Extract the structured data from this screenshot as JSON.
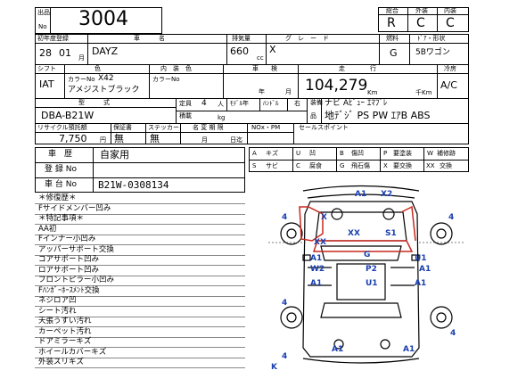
{
  "header": {
    "lot_label_top": "出品",
    "lot_label_bottom": "No",
    "lot_number": "3004",
    "grade_label": "総合",
    "grade": "R",
    "exterior_label": "外装",
    "exterior": "C",
    "interior_label": "内装",
    "interior": "C"
  },
  "row_labels": {
    "first_reg": "初年度登録",
    "model_name": "車　　　名",
    "displacement": "排気量",
    "grade": "グ　レ　ー　ド",
    "fuel": "燃料",
    "door_shape": "ﾄﾞｱ・形状"
  },
  "row1": {
    "year": "28",
    "month": "01",
    "month_unit": "月",
    "model": "DAYZ",
    "displacement": "660",
    "cc": "cc",
    "grade": "X",
    "fuel": "G",
    "door_shape": "5Bワゴン"
  },
  "row2_labels": {
    "shift": "シフト",
    "color": "色",
    "interior_color": "内　装　色",
    "inspection": "車　　検",
    "mileage": "走　　　　行",
    "ac": "冷房"
  },
  "row2": {
    "shift": "IAT",
    "color_no_label": "カラーNo",
    "color_no": "X42",
    "color_name": "アメジストブラック",
    "interior_color_no_label": "カラーNo",
    "inspection_year_unit": "年",
    "inspection_month_unit": "月",
    "mileage": "104,279",
    "km": "Km",
    "thousand_km": "千Km",
    "ac": "A/C"
  },
  "row3_labels": {
    "type": "型　　　式",
    "capacity": "定員",
    "model_no": "ﾓﾃﾞﾙ年",
    "handle": "ﾊﾝﾄﾞﾙ",
    "handle_side": "右",
    "load": "積載",
    "equipment": "装備",
    "equipment2": "品"
  },
  "row3": {
    "type": "DBA-B21W",
    "capacity": "4",
    "capacity_unit": "人",
    "load_unit": "kg",
    "equip_line1": "ナビ Aﾋﾞｭｰ ｴﾏﾌﾞﾚ",
    "equip_line2": "地ﾃﾞｼﾞ PS PW ｴｱB ABS"
  },
  "row4_labels": {
    "recycle": "リサイクル預託額",
    "warranty": "保証書",
    "sticker": "ステッカー",
    "name_change": "名 変 期 限",
    "nox": "NOx・PM",
    "sales_point": "セールスポイント"
  },
  "row4": {
    "recycle": "7,750",
    "yen": "円",
    "warranty": "無",
    "sticker": "無",
    "name_change_month": "月",
    "name_change_day": "日迄"
  },
  "history": {
    "label": "車　歴",
    "value": "自家用",
    "reg_label": "登 録 No",
    "chassis_label": "車 台 No",
    "chassis": "B21W-0308134"
  },
  "legend": {
    "items": [
      {
        "code": "A",
        "name": "キズ"
      },
      {
        "code": "U",
        "name": "凹"
      },
      {
        "code": "P",
        "name": "要塗装"
      },
      {
        "code": "W",
        "name": "補修跡"
      },
      {
        "code": "S",
        "name": "サビ"
      },
      {
        "code": "C",
        "name": "腐食"
      },
      {
        "code": "G",
        "name": "飛石傷"
      },
      {
        "code": "X",
        "name": "要交換"
      },
      {
        "code": "XX",
        "name": "交換"
      }
    ],
    "headers": [
      "A",
      "キズ",
      "U",
      "凹",
      "B",
      "傷凹",
      "P",
      "要塗装",
      "W",
      "補修跡",
      "S",
      "サビ",
      "C",
      "腐食",
      "G",
      "飛石傷",
      "X",
      "要交換",
      "XX",
      "交換"
    ]
  },
  "notes": {
    "lines": [
      "＊修復歴＊",
      "Fサイドメンバー凹み",
      "＊特記事項＊",
      "AA初",
      "Fインナー小凹み",
      "アッパーサポート交換",
      "コアサポート凹み",
      "ロアサポート凹み",
      "フロントピラー小凹み",
      "Fﾊﾝｶﾞｰﾎｰｽﾒﾝﾄ交換",
      "ネジロア凹",
      "シート汚れ",
      "天張うすい汚れ",
      "カーペット汚れ",
      "ドアミラーキズ",
      "ホイールカバーキズ",
      "外装スリキズ"
    ]
  },
  "diagram": {
    "marks": [
      {
        "text": "A1",
        "name": "mark-front-a1"
      },
      {
        "text": "X2",
        "name": "mark-front-x2"
      },
      {
        "text": "4",
        "name": "mark-front-left-4"
      },
      {
        "text": "4",
        "name": "mark-front-right-4"
      },
      {
        "text": "X",
        "name": "mark-x"
      },
      {
        "text": "XX",
        "name": "mark-xx-hood"
      },
      {
        "text": "S1",
        "name": "mark-s1"
      },
      {
        "text": "XX",
        "name": "mark-xx-left"
      },
      {
        "text": "A1",
        "name": "mark-left-a1"
      },
      {
        "text": "W2",
        "name": "mark-left-w2"
      },
      {
        "text": "A1",
        "name": "mark-left-a1-2"
      },
      {
        "text": "G",
        "name": "mark-g"
      },
      {
        "text": "P2",
        "name": "mark-p2"
      },
      {
        "text": "U1",
        "name": "mark-u1-center"
      },
      {
        "text": "U1",
        "name": "mark-right-u1"
      },
      {
        "text": "A1",
        "name": "mark-right-a1"
      },
      {
        "text": "A1",
        "name": "mark-right-a1-2"
      },
      {
        "text": "4",
        "name": "mark-rear-left-4"
      },
      {
        "text": "4",
        "name": "mark-rear-right-4"
      },
      {
        "text": "A1",
        "name": "mark-rear-a1-left"
      },
      {
        "text": "A1",
        "name": "mark-rear-a1-right"
      },
      {
        "text": "4",
        "name": "mark-bottom-4"
      },
      {
        "text": "K",
        "name": "mark-k"
      }
    ]
  }
}
